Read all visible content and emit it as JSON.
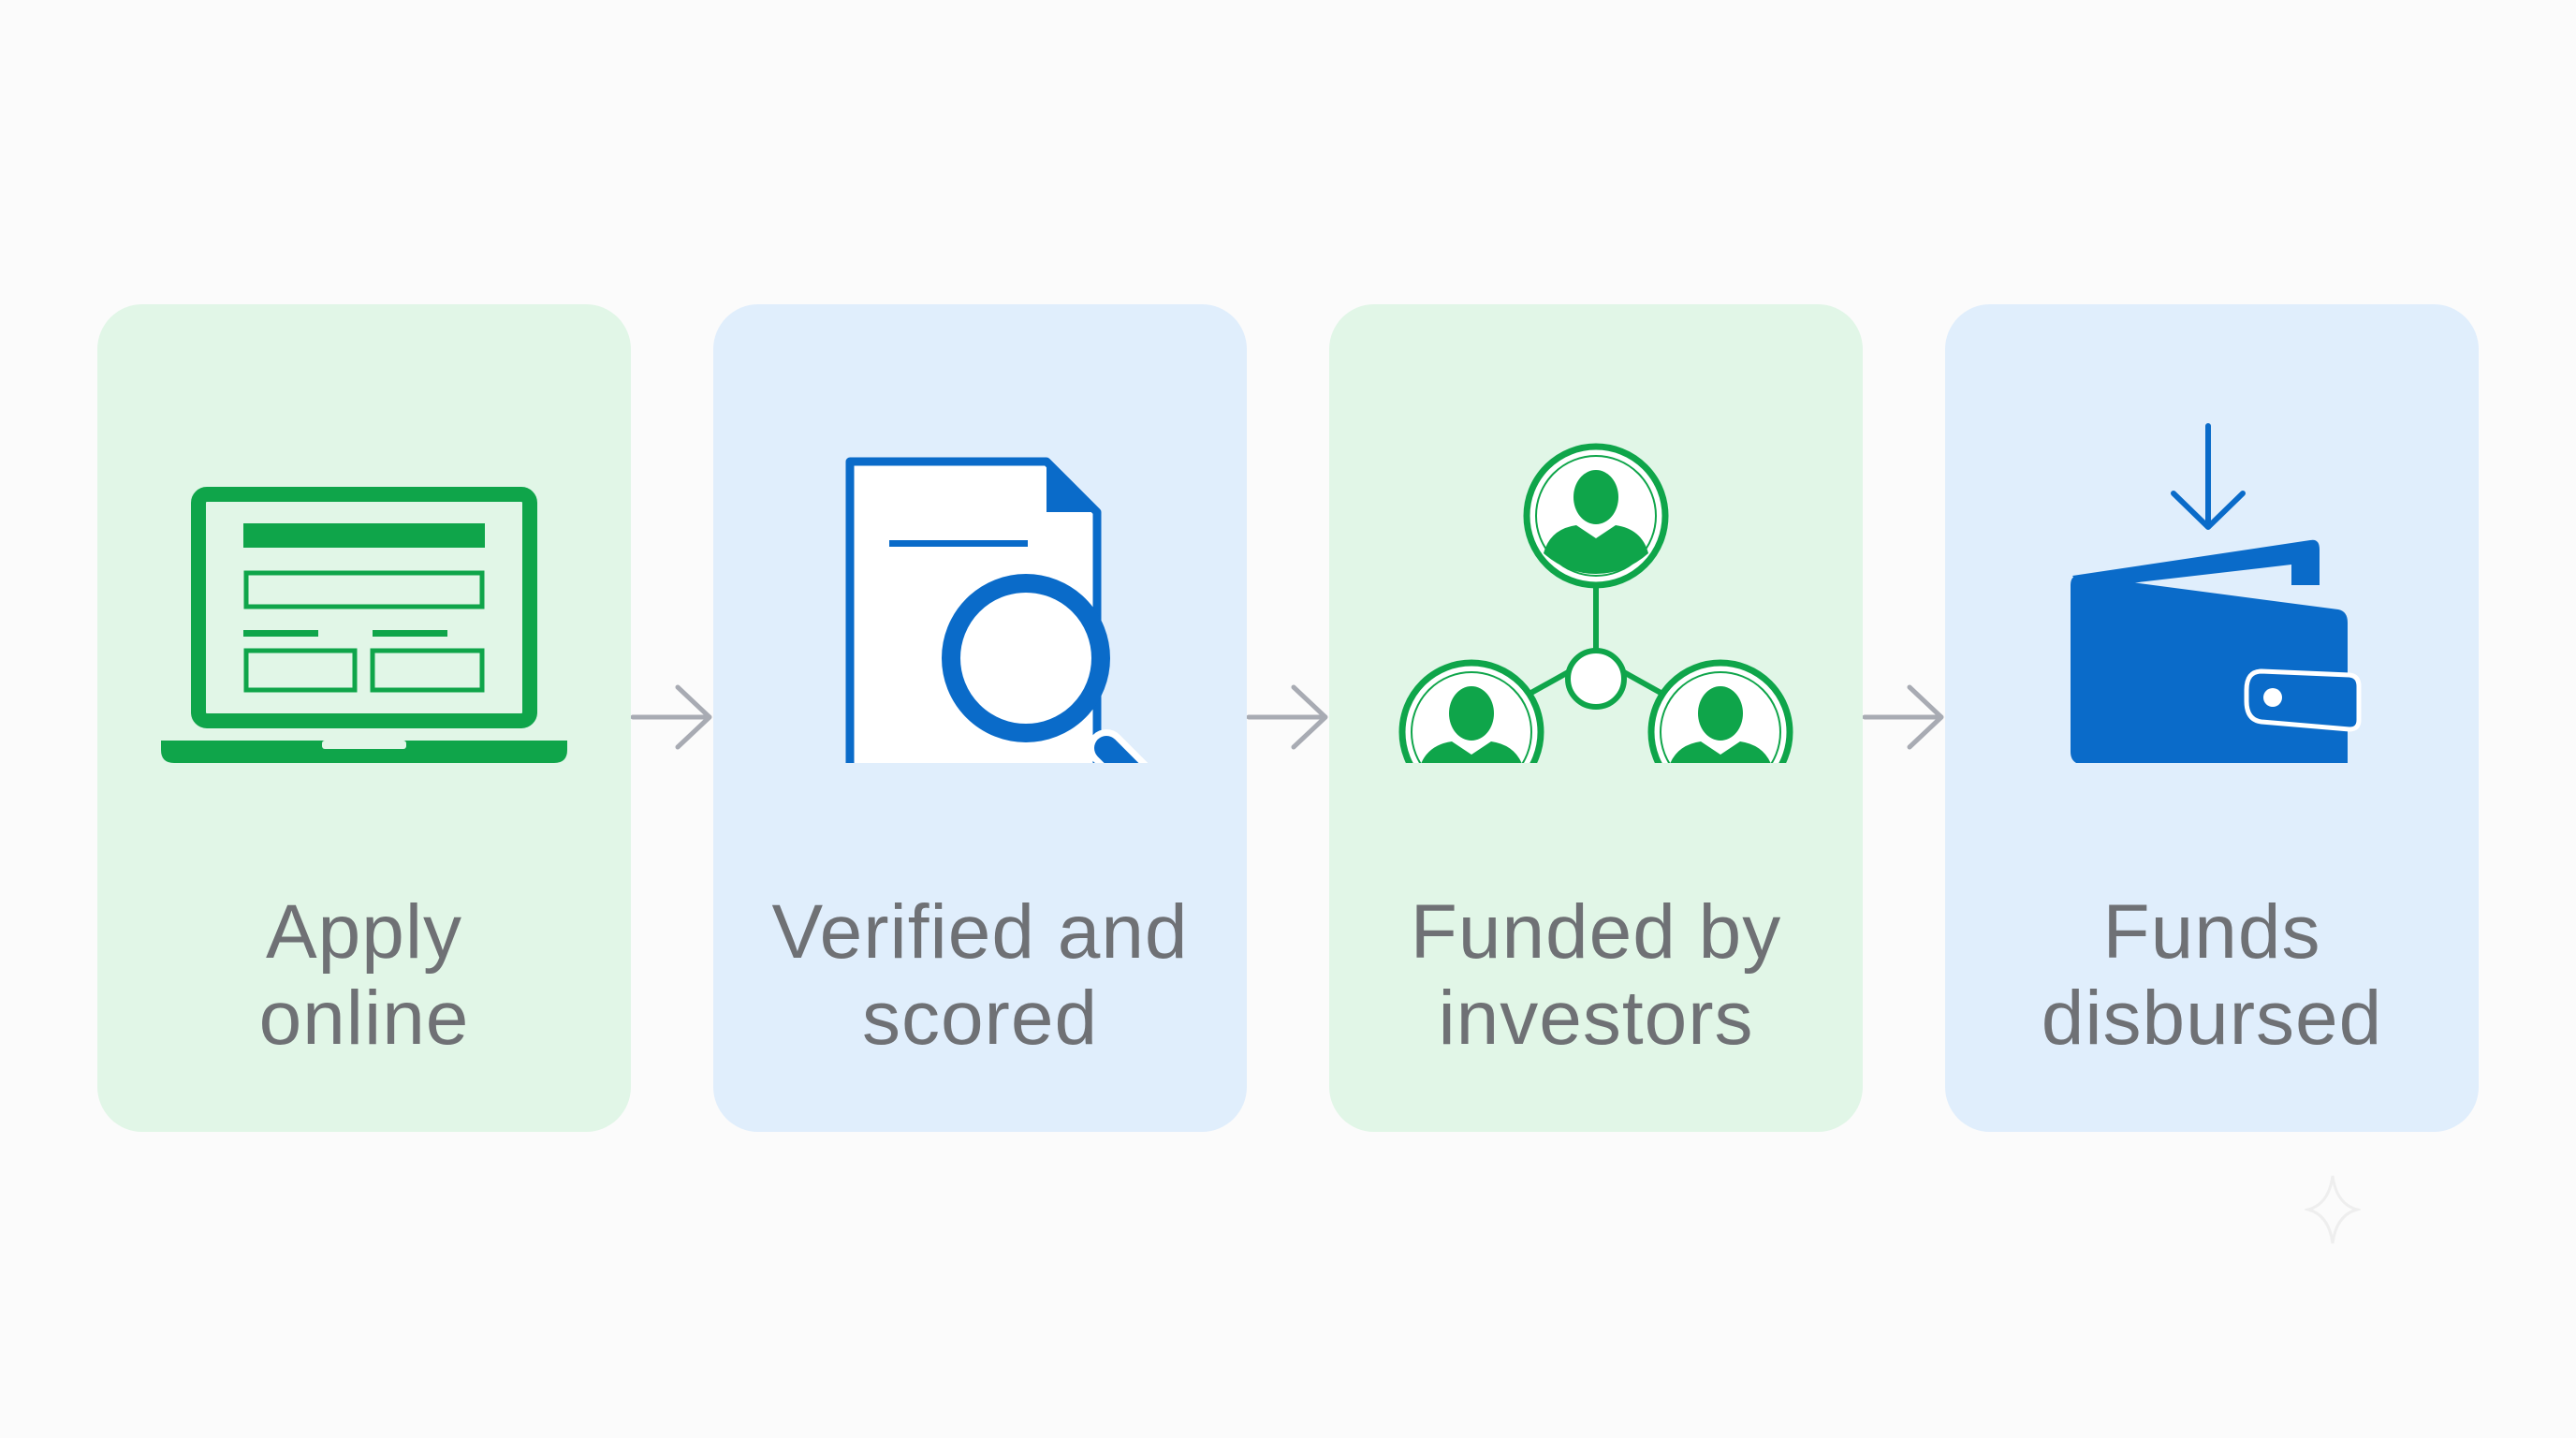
{
  "steps": [
    {
      "line1": "Apply",
      "line2": "online",
      "icon": "laptop-form-icon"
    },
    {
      "line1": "Verified and",
      "line2": "scored",
      "icon": "document-search-icon"
    },
    {
      "line1": "Funded by",
      "line2": "investors",
      "icon": "investor-network-icon"
    },
    {
      "line1": "Funds",
      "line2": "disbursed",
      "icon": "wallet-deposit-icon"
    }
  ],
  "colors": {
    "green": "#0fa54a",
    "blue": "#0a6bc9",
    "card_green": "#e1f6e7",
    "card_blue": "#e0eefc",
    "arrow": "#a8abb3",
    "text": "#6f7175"
  }
}
